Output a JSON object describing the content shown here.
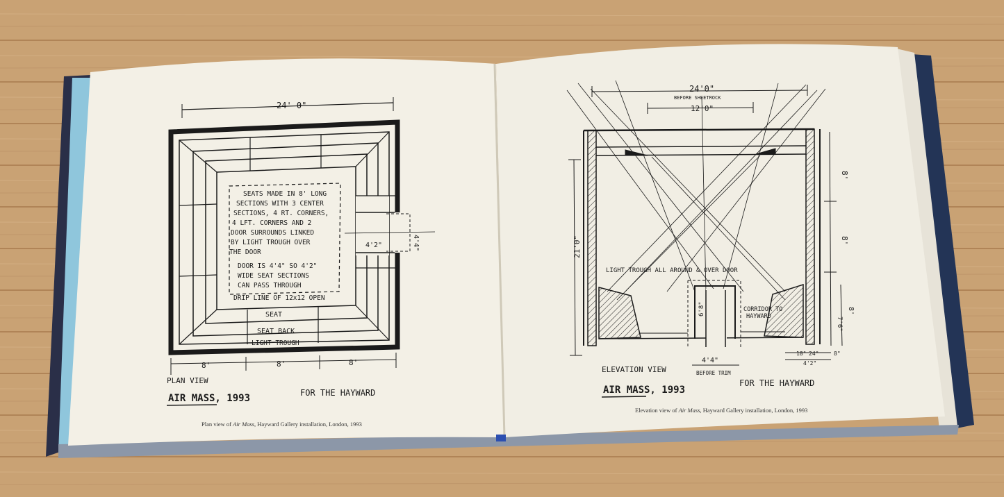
{
  "scene": {
    "description_colors": {
      "table": "#c9a274",
      "page": "#f3f0e6",
      "cover_blue": "#2a3552",
      "cover_cyan": "#8fc6dc",
      "ink": "#1a1a1a"
    }
  },
  "left_page": {
    "dim_top": "24' 0\"",
    "notes": [
      "SEATS MADE IN 8' LONG",
      "SECTIONS WITH 3 CENTER",
      "SECTIONS, 4 RT. CORNERS,",
      "4 LFT. CORNERS AND 2",
      "DOOR SURROUNDS LINKED",
      "BY LIGHT TROUGH OVER",
      "THE DOOR"
    ],
    "door_notes": [
      "DOOR IS 4'4\" SO 4'2\"",
      "WIDE SEAT SECTIONS",
      "CAN PASS THROUGH"
    ],
    "drip_line": "DRIP LINE OF 12x12 OPEN",
    "door_width": "4'2\"",
    "door_height": "4'4\"",
    "labels": {
      "seat": "SEAT",
      "seat_back": "SEAT BACK",
      "light_trough": "LIGHT TROUGH"
    },
    "bottom_dims": [
      "8'",
      "8'",
      "8'"
    ],
    "view_label": "PLAN VIEW",
    "work_title": "AIR MASS, 1993",
    "for": "FOR THE HAYWARD",
    "caption_pre": "Plan view of ",
    "caption_it": "Air Mass",
    "caption_post": ", Hayward Gallery installation, London, 1993"
  },
  "right_page": {
    "dim_top": "24'0\"",
    "dim_top_note": "BEFORE SHEETROCK",
    "dim_inner": "12'0\"",
    "height": "21'0\"",
    "right_dims": [
      "8'",
      "8'",
      "8'",
      "7'6\""
    ],
    "light_note": "LIGHT TROUGH ALL AROUND & OVER DOOR",
    "corridor_note": [
      "CORRIDOR TO",
      "HAYWARD"
    ],
    "door_h": "6'8\"",
    "door_w": "4'4\"",
    "before_trim": "BEFORE TRIM",
    "seat_dims": [
      "18\"",
      "24\"",
      "8\"",
      "4'2\""
    ],
    "view_label": "ELEVATION VIEW",
    "work_title": "AIR MASS, 1993",
    "for": "FOR THE HAYWARD",
    "caption_pre": "Elevation view of ",
    "caption_it": "Air Mass",
    "caption_post": ", Hayward Gallery installation, London, 1993"
  }
}
